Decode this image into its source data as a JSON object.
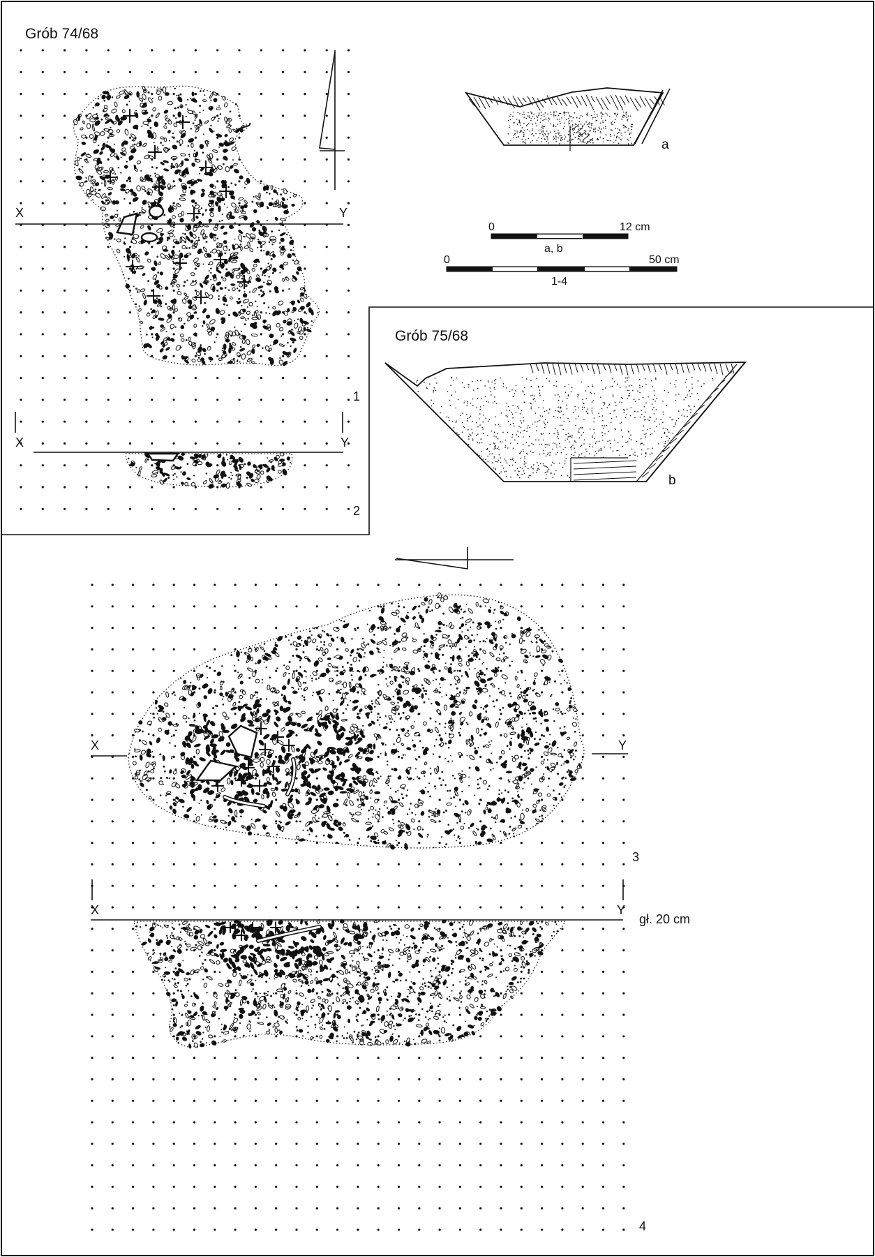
{
  "grave_74": {
    "title": "Grób 74/68",
    "plan_number": "1",
    "profile_number": "2",
    "x_label": "X",
    "y_label": "Y"
  },
  "grave_75": {
    "title": "Grób 75/68",
    "plan_number": "3",
    "profile_number": "4",
    "x_label": "X",
    "y_label": "Y",
    "depth_label": "gł. 20 cm"
  },
  "vessels": {
    "a_label": "a",
    "b_label": "b"
  },
  "scale_small": {
    "start": "0",
    "end": "12 cm",
    "caption": "a, b"
  },
  "scale_large": {
    "start": "0",
    "end": "50 cm",
    "caption": "1-4"
  },
  "colors": {
    "ink": "#111111",
    "background": "#ffffff"
  }
}
